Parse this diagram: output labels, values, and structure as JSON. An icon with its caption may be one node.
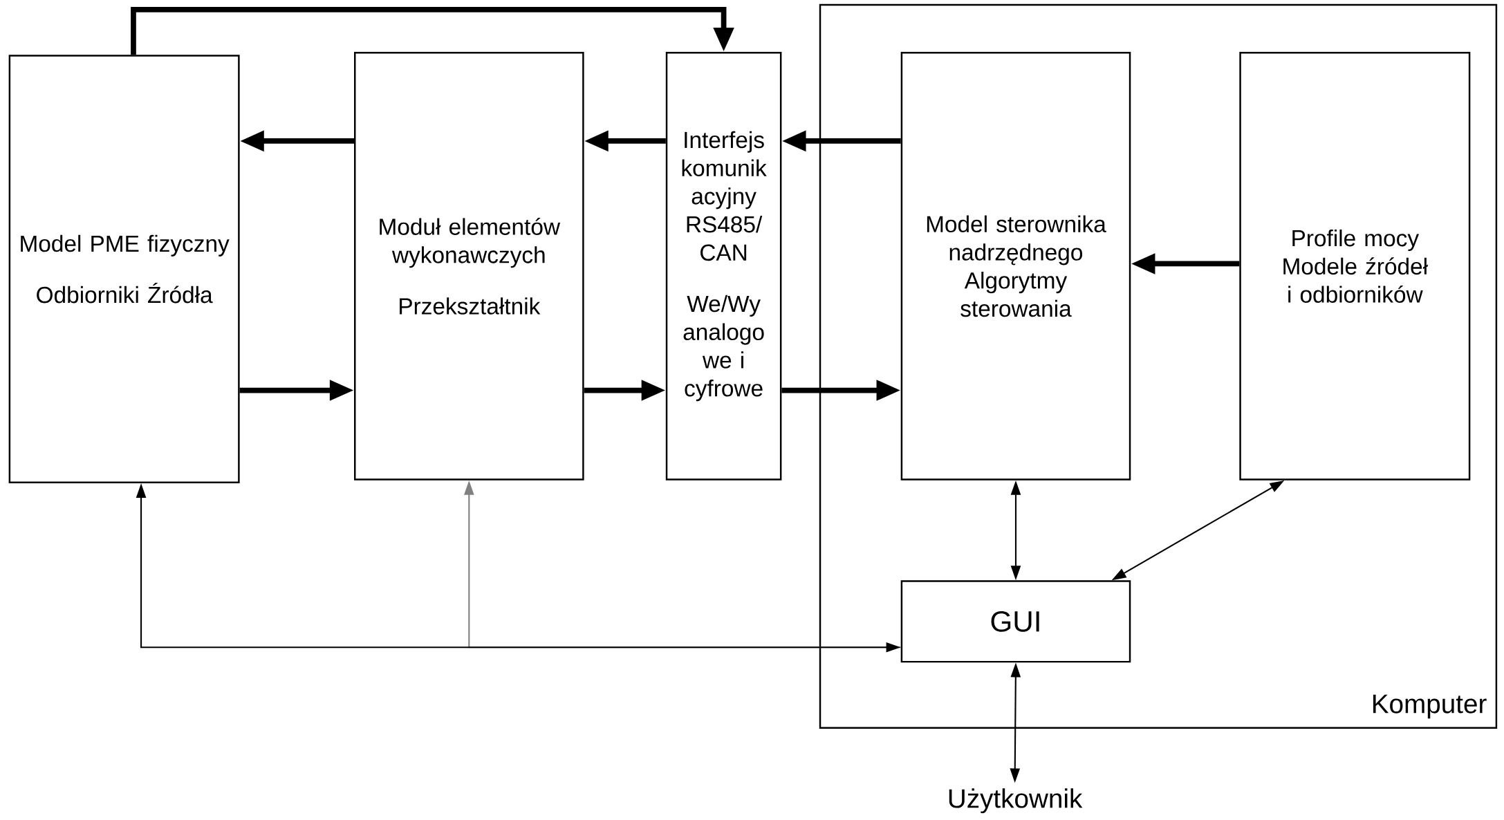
{
  "diagram": {
    "nodes": [
      {
        "text": [
          "Model PME fizyczny",
          "Odbiorniki Źródła"
        ]
      },
      {
        "text": [
          "Moduł elementów wykonawczych",
          "Przekształtnik"
        ]
      },
      {
        "text": [
          "Interfejs komunik acyjny RS485/ CAN",
          "We/Wy analogo we i cyfrowe"
        ]
      },
      {
        "text": [
          "Komputer"
        ]
      },
      {
        "text": [
          "Model sterownika nadrzędnego",
          "Algorytmy sterowania"
        ],
        "in": 3
      },
      {
        "text": [
          "Profile mocy",
          "Modele źródeł i odbiorników"
        ],
        "in": 3
      },
      {
        "text": [
          "GUI"
        ],
        "in": 3
      },
      {
        "text": [
          "Użytkownik"
        ]
      }
    ],
    "edges": [
      {
        "from": 0,
        "to": 2,
        "arrow": "to"
      },
      {
        "from": 1,
        "to": 0,
        "arrow": "to"
      },
      {
        "from": 2,
        "to": 1,
        "arrow": "to"
      },
      {
        "from": 4,
        "to": 2,
        "arrow": "to"
      },
      {
        "from": 0,
        "to": 1,
        "arrow": "to"
      },
      {
        "from": 1,
        "to": 2,
        "arrow": "to"
      },
      {
        "from": 2,
        "to": 4,
        "arrow": "to"
      },
      {
        "from": 5,
        "to": 4,
        "arrow": "to"
      },
      {
        "from": 4,
        "to": 6,
        "arrow": "both"
      },
      {
        "from": 5,
        "to": 6,
        "arrow": "both"
      },
      {
        "from": 6,
        "to": 7,
        "arrow": "both"
      },
      {
        "from": 6,
        "to": 0,
        "arrow": "both"
      },
      {
        "from": 6,
        "to": 1,
        "arrow": "to",
        "color": "#808080"
      }
    ]
  }
}
